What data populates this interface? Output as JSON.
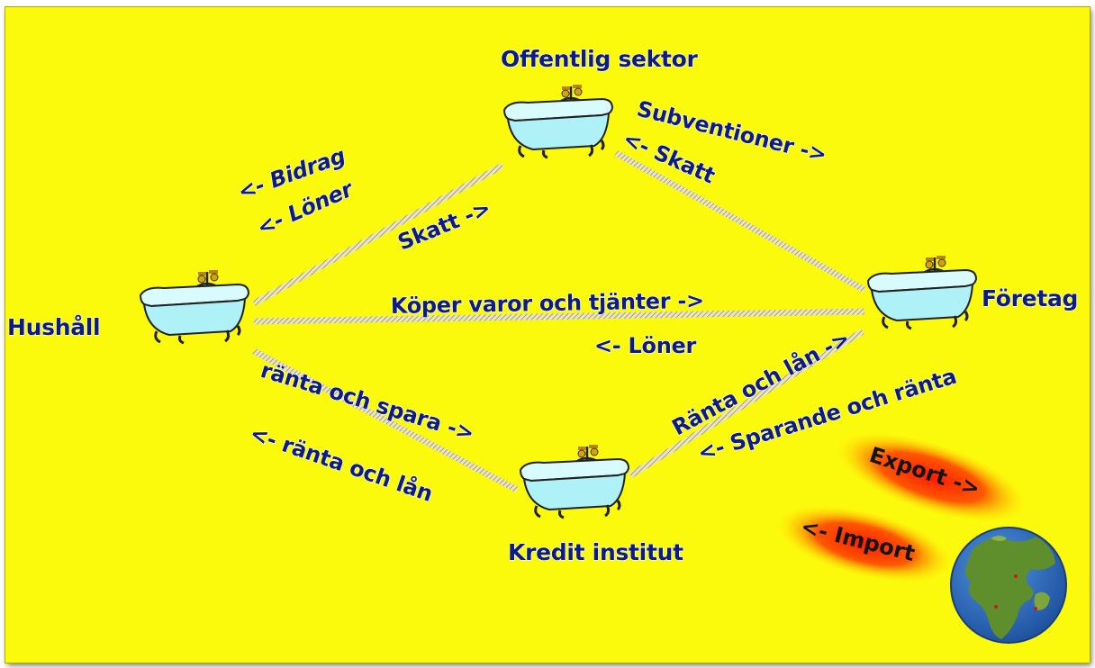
{
  "colors": {
    "background": "#fcfa0c",
    "text": "#0c1c82",
    "tub": "#aef1f6",
    "trade_glow": "#ff2a00",
    "ocean": "#2e6fc4",
    "land": "#5e8f2c"
  },
  "nodes": {
    "public_sector": "Offentlig sektor",
    "households": "Hushåll",
    "companies": "Företag",
    "credit": "Kredit institut"
  },
  "flows": {
    "grants": "<- Bidrag",
    "wages_public": "<- Löner",
    "tax_households": "Skatt ->",
    "subsidies": "Subventioner ->",
    "tax_companies": "<- Skatt",
    "buys_goods": "Köper varor och tjänter ->",
    "wages_companies": "<- Löner",
    "interest_save": "ränta och spara ->",
    "interest_loan_h": "<- ränta och lån",
    "interest_loan_c": "Ränta och lån ->",
    "savings_interest": "<- Sparande och ränta",
    "export": "Export ->",
    "import": "<- Import"
  },
  "icons": [
    "bathtub-icon",
    "globe-icon"
  ]
}
